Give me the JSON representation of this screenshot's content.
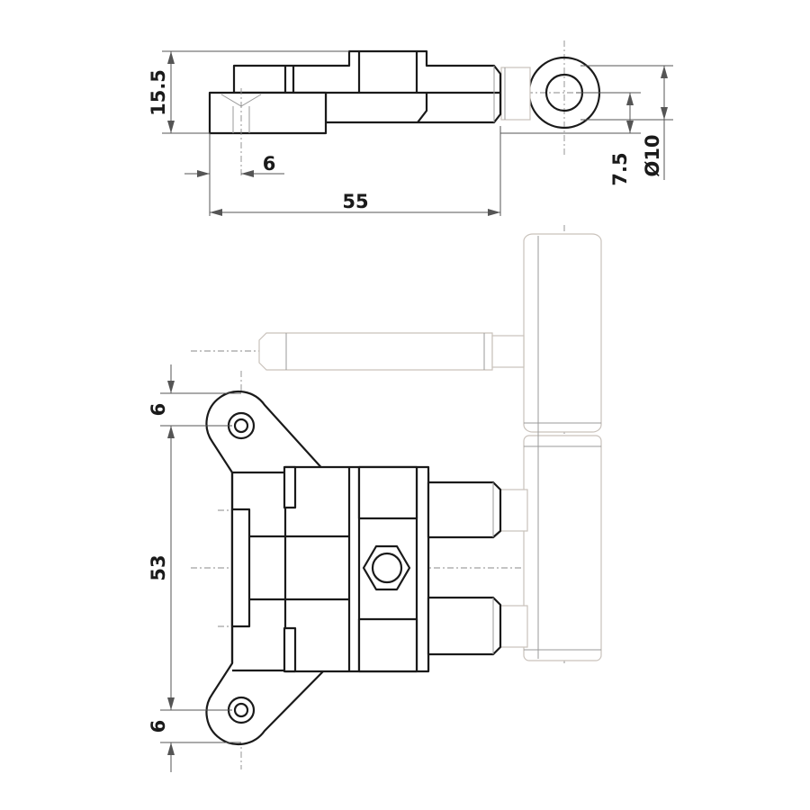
{
  "drawing": {
    "dimensions": {
      "top_height": "15.5",
      "top_hole_offset": "6",
      "top_length": "55",
      "pin_axis_offset": "7.5",
      "pin_diameter": "Ø10",
      "front_top_offset": "6",
      "front_span": "53",
      "front_bottom_offset": "6"
    }
  }
}
